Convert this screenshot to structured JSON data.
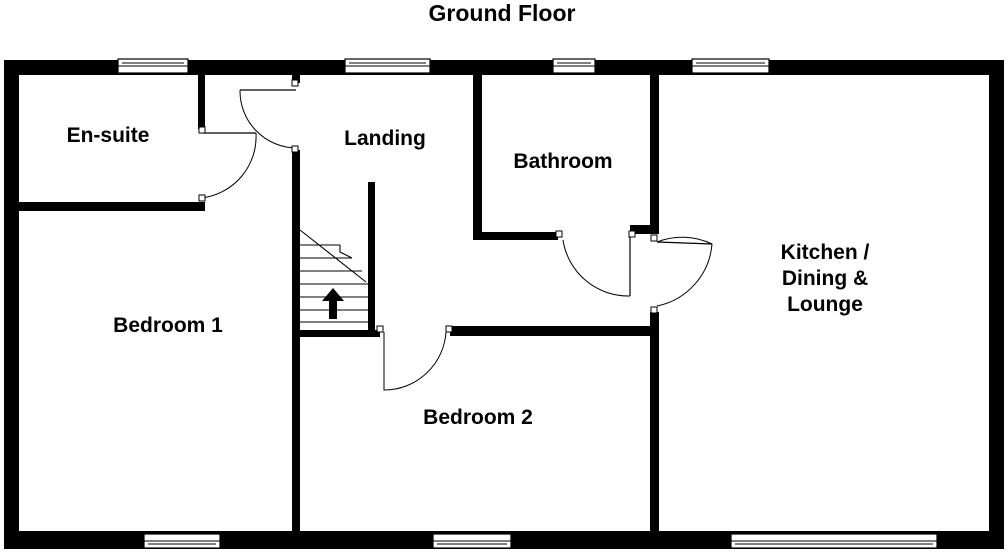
{
  "floor_title": "Ground Floor",
  "rooms": {
    "ensuite": "En-suite",
    "landing": "Landing",
    "bathroom": "Bathroom",
    "kitchen_line1": "Kitchen /",
    "kitchen_line2": "Dining &",
    "kitchen_line3": "Lounge",
    "bedroom1": "Bedroom 1",
    "bedroom2": "Bedroom 2"
  },
  "colors": {
    "wall": "#000000",
    "background": "#ffffff"
  },
  "icons": {
    "stair_direction": "up-arrow-icon"
  }
}
